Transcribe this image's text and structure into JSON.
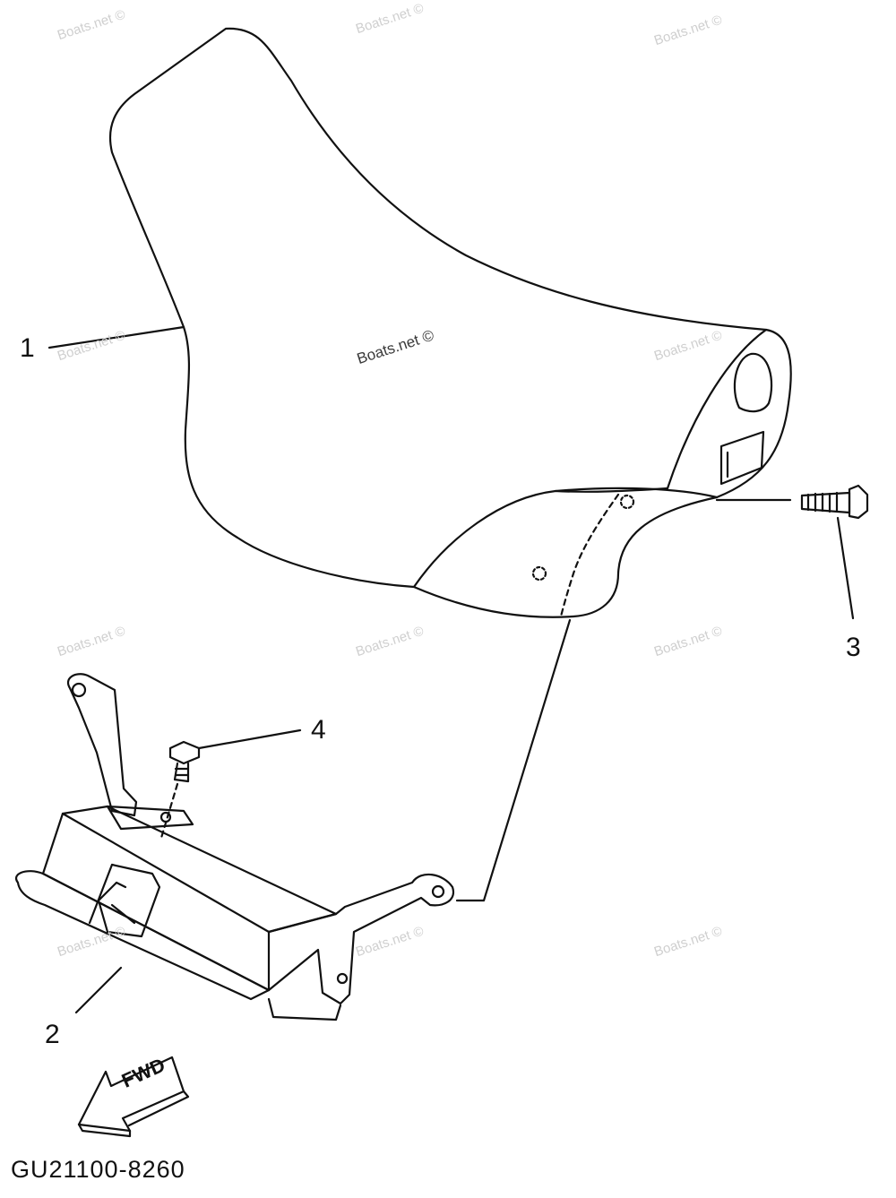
{
  "watermark": "Boats.net ©",
  "callouts": {
    "c1": "1",
    "c2": "2",
    "c3": "3",
    "c4": "4"
  },
  "arrow_label": "FWD",
  "part_number": "GU21100-8260",
  "colors": {
    "line": "#111111",
    "watermark": "#cfcfcf",
    "background": "#ffffff"
  }
}
